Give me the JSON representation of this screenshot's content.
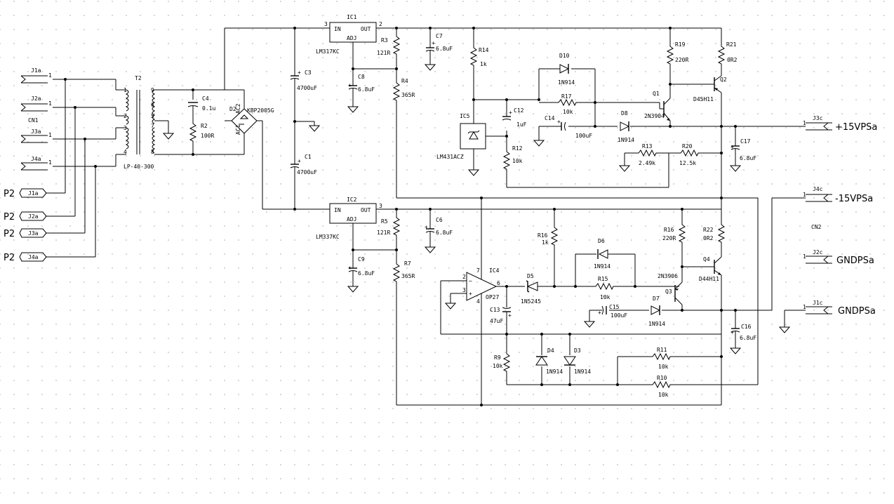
{
  "components": {
    "IC1": {
      "name": "IC1",
      "part": "LM317KC",
      "pin_in": "IN",
      "pin_out": "OUT",
      "pin_adj": "ADJ",
      "pin2": "2",
      "pin3": "3"
    },
    "IC2": {
      "name": "IC2",
      "part": "LM337KC",
      "pin_in": "IN",
      "pin_out": "OUT",
      "pin_adj": "ADJ",
      "pin3": "3"
    },
    "IC4": {
      "name": "IC4",
      "part": "OP27",
      "p2": "2",
      "p3": "3",
      "p6": "6",
      "p7": "7",
      "p4": "4"
    },
    "IC5": {
      "name": "IC5",
      "part": "LM431ACZ"
    },
    "T2": {
      "name": "T2",
      "part": "LP-40-300",
      "pins": [
        "1",
        "2",
        "3",
        "4",
        "5",
        "6",
        "7",
        "8",
        "9"
      ]
    },
    "D2": {
      "name": "D2",
      "part": "KBP2005G",
      "p_ac1": "AC1",
      "p_ac2": "AC2"
    },
    "C1": {
      "name": "C1",
      "value": "4700uF"
    },
    "C3": {
      "name": "C3",
      "value": "4700uF"
    },
    "C4": {
      "name": "C4",
      "value": "0.1u"
    },
    "C6": {
      "name": "C6",
      "value": "6.8uF"
    },
    "C7": {
      "name": "C7",
      "value": "6.8uF"
    },
    "C8": {
      "name": "C8",
      "value": "6.8uF"
    },
    "C9": {
      "name": "C9",
      "value": "6.8uF"
    },
    "C12": {
      "name": "C12",
      "value": "1uF"
    },
    "C13": {
      "name": "C13",
      "value": "47uF"
    },
    "C14": {
      "name": "C14",
      "value": "100uF"
    },
    "C15": {
      "name": "C15",
      "value": "100uF"
    },
    "C16": {
      "name": "C16",
      "value": "6.8uF"
    },
    "C17": {
      "name": "C17",
      "value": "6.8uF"
    },
    "R2": {
      "name": "R2",
      "value": "100R"
    },
    "R3": {
      "name": "R3",
      "value": "121R"
    },
    "R4": {
      "name": "R4",
      "value": "365R"
    },
    "R5": {
      "name": "R5",
      "value": "121R"
    },
    "R7": {
      "name": "R7",
      "value": "365R"
    },
    "R9": {
      "name": "R9",
      "value": "10k"
    },
    "R10": {
      "name": "R10",
      "value": "10k"
    },
    "R11": {
      "name": "R11",
      "value": "10k"
    },
    "R12": {
      "name": "R12",
      "value": "10k"
    },
    "R13": {
      "name": "R13",
      "value": "2.49k"
    },
    "R14": {
      "name": "R14",
      "value": "1k"
    },
    "R15": {
      "name": "R15",
      "value": "10k"
    },
    "R16a": {
      "name": "R16",
      "value": "1k"
    },
    "R16b": {
      "name": "R16",
      "value": "220R"
    },
    "R17": {
      "name": "R17",
      "value": "10k"
    },
    "R19": {
      "name": "R19",
      "value": "220R"
    },
    "R20": {
      "name": "R20",
      "value": "12.5k"
    },
    "R21": {
      "name": "R21",
      "value": "0R2"
    },
    "R22": {
      "name": "R22",
      "value": "0R2"
    },
    "D3": {
      "name": "D3",
      "value": "1N914"
    },
    "D4": {
      "name": "D4",
      "value": "1N914"
    },
    "D5": {
      "name": "D5",
      "value": "1N5245"
    },
    "D6": {
      "name": "D6",
      "value": "1N914"
    },
    "D7": {
      "name": "D7",
      "value": "1N914"
    },
    "D8": {
      "name": "D8",
      "value": "1N914"
    },
    "D10": {
      "name": "D10",
      "value": "1N914"
    },
    "Q1": {
      "name": "Q1",
      "value": "2N3904"
    },
    "Q2": {
      "name": "Q2",
      "value": "D45H11"
    },
    "Q3": {
      "name": "Q3",
      "value": "2N3906"
    },
    "Q4": {
      "name": "Q4",
      "value": "D44H11"
    }
  },
  "connectors": {
    "cn1": "CN1",
    "cn2": "CN2",
    "left": [
      {
        "name": "J1a",
        "pin": "1"
      },
      {
        "name": "J2a",
        "pin": "1"
      },
      {
        "name": "J3a",
        "pin": "1"
      },
      {
        "name": "J4a",
        "pin": "1"
      }
    ],
    "p2_prefix": "P2",
    "p2": [
      "J1a",
      "J2a",
      "J3a",
      "J4a"
    ],
    "right": [
      {
        "name": "J3c",
        "pin": "1",
        "net": "+15VPSa"
      },
      {
        "name": "J4c",
        "pin": "1",
        "net": "-15VPSa"
      },
      {
        "name": "J2c",
        "pin": "1",
        "net": "GNDPSa"
      },
      {
        "name": "J1c",
        "pin": "1",
        "net": "GNDPSa"
      }
    ]
  }
}
